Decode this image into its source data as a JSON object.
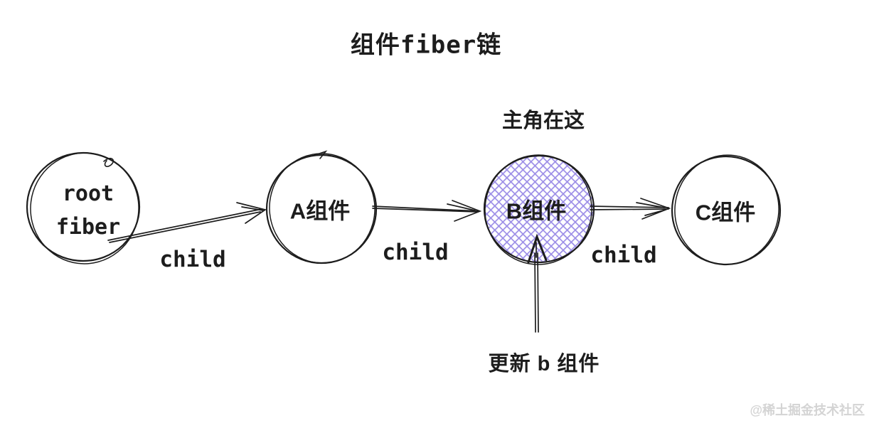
{
  "title": "组件fiber链",
  "annotations": {
    "protagonist": "主角在这",
    "update": "更新 b 组件"
  },
  "nodes": {
    "root": {
      "line1": "root",
      "line2": "fiber"
    },
    "a": {
      "label": "A组件"
    },
    "b": {
      "label": "B组件",
      "highlighted": "true"
    },
    "c": {
      "label": "C组件"
    }
  },
  "edges": {
    "root_to_a": {
      "label": "child"
    },
    "a_to_b": {
      "label": "child"
    },
    "b_to_c": {
      "label": "child"
    }
  },
  "watermark": "@稀土掘金技术社区",
  "colors": {
    "ink": "#1d1d1d",
    "highlight_hatch": "#9c8ee7",
    "watermark_gray": "#d4d4d4",
    "background": "#ffffff"
  }
}
